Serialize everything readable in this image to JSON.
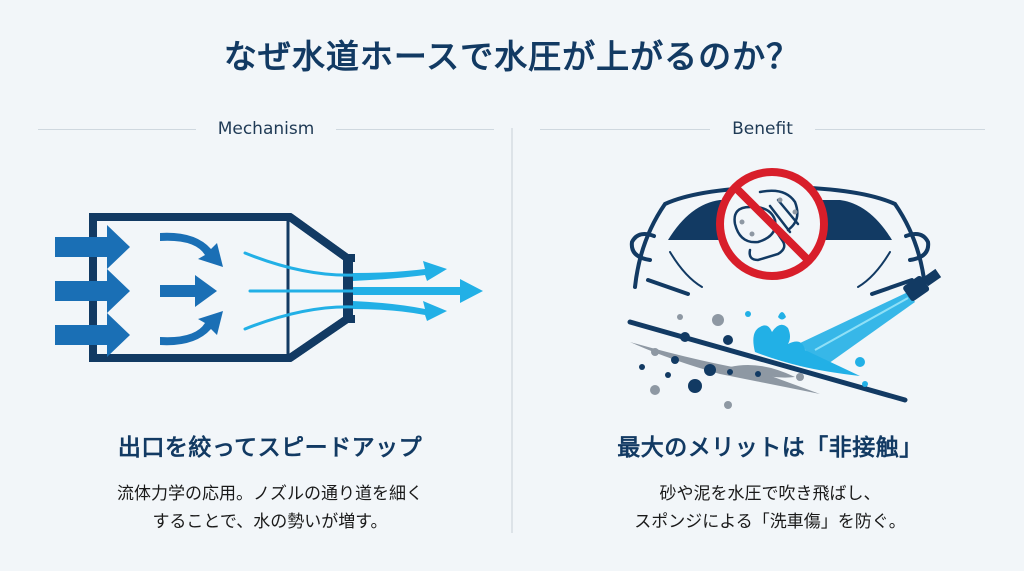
{
  "title": "なぜ水道ホースで水圧が上がるのか？",
  "colors": {
    "navy": "#123a63",
    "flow_blue": "#1a6fb5",
    "jet_blue": "#22b0e6",
    "prohibit_red": "#d81e2a",
    "dirt_gray": "#8e98a3",
    "background": "#f2f6f9"
  },
  "mechanism": {
    "section_label": "Mechanism",
    "illustration": "nozzle-flow-diagram",
    "heading": "出口を絞ってスピードアップ",
    "text_lines": [
      "流体力学の応用。ノズルの通り道を細く",
      "することで、水の勢いが増す。"
    ]
  },
  "benefit": {
    "section_label": "Benefit",
    "illustration": "contactless-car-wash",
    "heading": "最大のメリットは「非接触」",
    "text_lines": [
      "砂や泥を水圧で吹き飛ばし、",
      "スポンジによる「洗車傷」を防ぐ。"
    ]
  }
}
